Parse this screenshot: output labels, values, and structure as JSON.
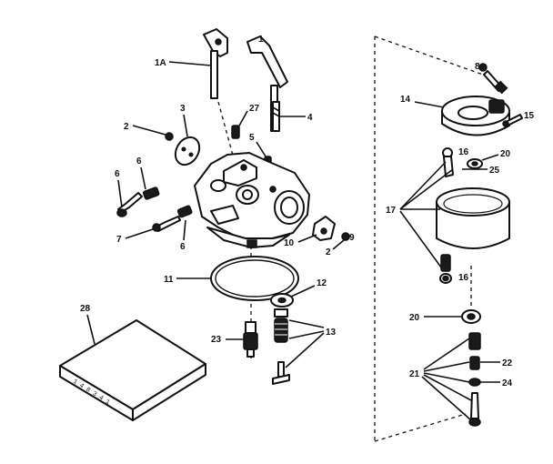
{
  "callouts": {
    "c1A": "1A",
    "c1": "1",
    "c2a": "2",
    "c2b": "2",
    "c3": "3",
    "c4": "4",
    "c5": "5",
    "c6a": "6",
    "c6b": "6",
    "c6c": "6",
    "c7": "7",
    "c8": "8",
    "c9": "9",
    "c10": "10",
    "c11": "11",
    "c12": "12",
    "c13": "13",
    "c14": "14",
    "c15": "15",
    "c16a": "16",
    "c16b": "16",
    "c17": "17",
    "c20a": "20",
    "c20b": "20",
    "c21": "21",
    "c22": "22",
    "c23": "23",
    "c24": "24",
    "c25": "25",
    "c27": "27",
    "c28": "28"
  },
  "box_marking": "1 4 8 3 4 1"
}
